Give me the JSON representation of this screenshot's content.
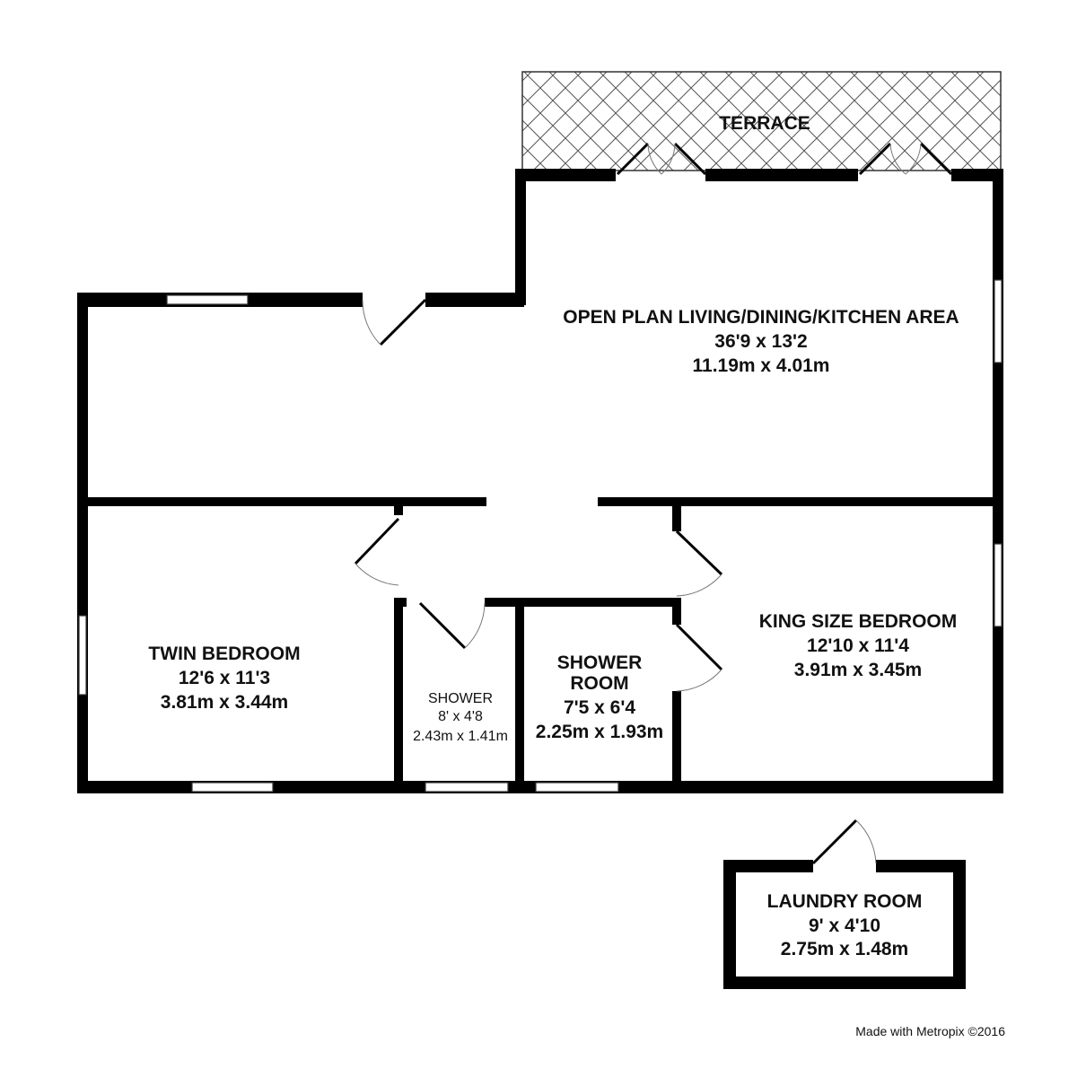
{
  "rooms": {
    "terrace": {
      "name": "TERRACE"
    },
    "living": {
      "name": "OPEN PLAN LIVING/DINING/KITCHEN AREA",
      "imperial": "36'9 x 13'2",
      "metric": "11.19m x 4.01m"
    },
    "twin": {
      "name": "TWIN BEDROOM",
      "imperial": "12'6 x 11'3",
      "metric": "3.81m x 3.44m"
    },
    "shower": {
      "name": "SHOWER",
      "imperial": "8' x 4'8",
      "metric": "2.43m x 1.41m"
    },
    "shower_room": {
      "name_line1": "SHOWER",
      "name_line2": "ROOM",
      "imperial": "7'5 x 6'4",
      "metric": "2.25m x 1.93m"
    },
    "king": {
      "name": "KING SIZE BEDROOM",
      "imperial": "12'10 x 11'4",
      "metric": "3.91m x 3.45m"
    },
    "laundry": {
      "name": "LAUNDRY ROOM",
      "imperial": "9' x 4'10",
      "metric": "2.75m x 1.48m"
    }
  },
  "credit": "Made with Metropix ©2016"
}
